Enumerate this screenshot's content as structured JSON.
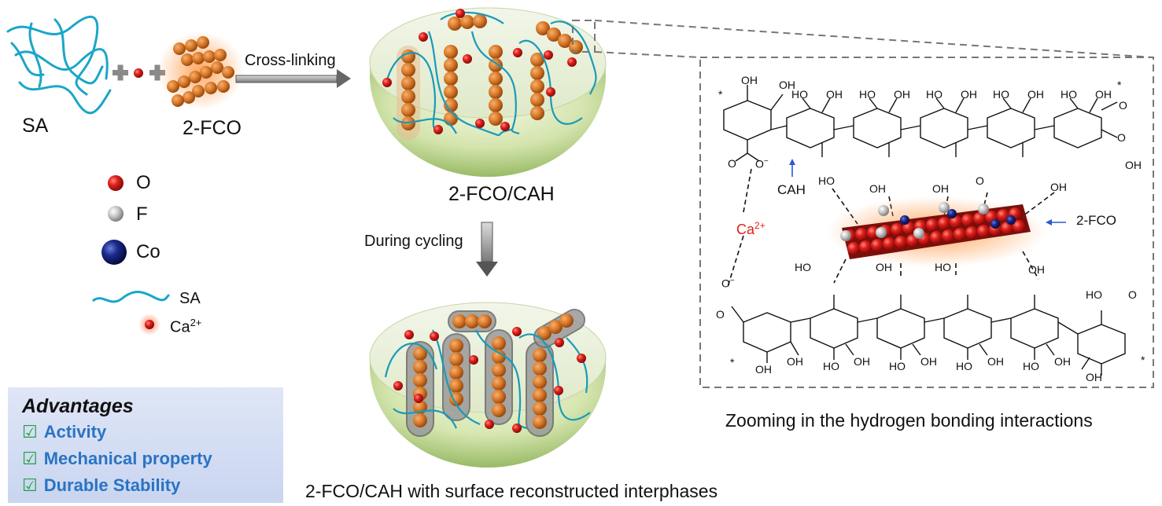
{
  "reactants": {
    "sa_label": "SA",
    "fco_label": "2-FCO",
    "arrow_label": "Cross-linking"
  },
  "hydrogel": {
    "top_label": "2-FCO/CAH",
    "cycling_label": "During cycling",
    "bottom_caption": "2-FCO/CAH with surface reconstructed interphases"
  },
  "legend": {
    "o_label": "O",
    "f_label": "F",
    "co_label": "Co",
    "sa_label": "SA",
    "ca_label": "Ca",
    "ca_sup": "2+"
  },
  "advantages": {
    "title": "Advantages",
    "check": "☑",
    "items": [
      "Activity",
      "Mechanical property",
      "Durable Stability"
    ]
  },
  "zoom": {
    "caption": "Zooming in the hydrogen bonding interactions",
    "cah_label": "CAH",
    "fco_label": "2-FCO",
    "ca_label": "Ca",
    "ca_sup": "2+",
    "oh": "OH",
    "ho": "HO",
    "o": "O",
    "om": "O",
    "om_sup": "−",
    "star": "*"
  },
  "colors": {
    "sa_strand": "#1aa6c8",
    "fco_sphere": "#d97a2a",
    "oxygen": "#e0201b",
    "fluorine": "#b8b8b8",
    "cobalt": "#1a2a8a",
    "hydrogel": "#c8dd9a",
    "advantage_text": "#2a73c4"
  }
}
